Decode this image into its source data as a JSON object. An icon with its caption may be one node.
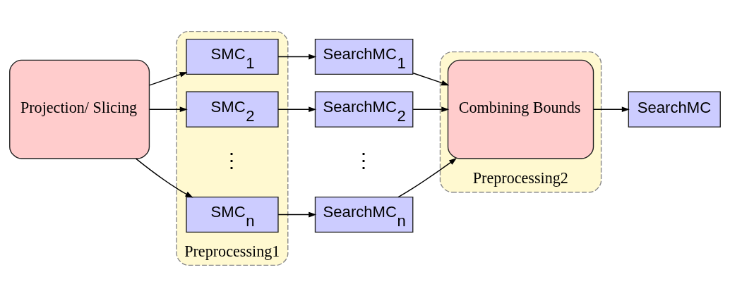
{
  "diagram": {
    "nodes": [
      {
        "text": [
          "Projection/ Slicing"
        ]
      },
      {
        "text": [
          "Preprocessing1"
        ]
      },
      {
        "text": [
          "SMC$_{1}$"
        ],
        "in": 1
      },
      {
        "text": [
          "SMC$_{2}$"
        ],
        "in": 1
      },
      {
        "text": [
          "SMC$_{n}$"
        ],
        "in": 1
      },
      {
        "text": [
          "SearchMC$_{1}$"
        ]
      },
      {
        "text": [
          "SearchMC$_{2}$"
        ]
      },
      {
        "text": [
          "SearchMC$_{n}$"
        ]
      },
      {
        "text": [
          "Preprocessing2"
        ]
      },
      {
        "text": [
          "Combining Bounds"
        ],
        "in": 8
      },
      {
        "text": [
          "SearchMC"
        ]
      }
    ],
    "edges": [
      {
        "from": 0,
        "to": 2,
        "arrow": "to"
      },
      {
        "from": 0,
        "to": 3,
        "arrow": "to"
      },
      {
        "from": 0,
        "to": 4,
        "arrow": "to"
      },
      {
        "from": 2,
        "to": 5,
        "arrow": "to"
      },
      {
        "from": 3,
        "to": 6,
        "arrow": "to"
      },
      {
        "from": 4,
        "to": 7,
        "arrow": "to"
      },
      {
        "from": 5,
        "to": 9,
        "arrow": "to"
      },
      {
        "from": 6,
        "to": 9,
        "arrow": "to"
      },
      {
        "from": 7,
        "to": 9,
        "arrow": "to"
      },
      {
        "from": 9,
        "to": 10,
        "arrow": "to"
      }
    ],
    "labels": [
      "⋮",
      "⋮"
    ]
  }
}
